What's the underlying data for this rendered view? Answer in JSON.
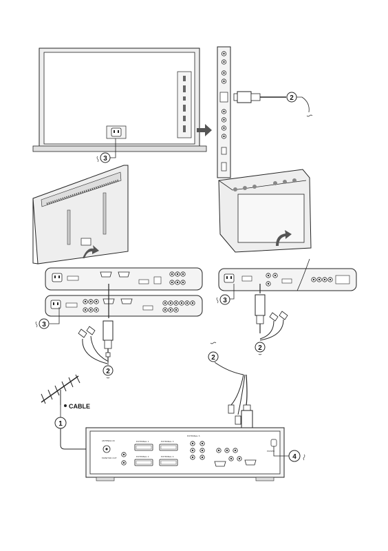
{
  "callouts": {
    "one": "1",
    "two_top": "2",
    "two_mid": "2",
    "two_bottom": "2",
    "three_top": "3",
    "three_left": "3",
    "three_right": "3",
    "four": "4"
  },
  "labels": {
    "cable": "CABLE"
  },
  "panel_labels": {
    "antenna_in": "ANTENNA IN",
    "ext1": "EXTERNAL 1",
    "ext2": "EXTERNAL 2",
    "ext3": "EXTERNAL 3",
    "ext4": "EXTERNAL 4",
    "ext5": "EXTERNAL 5",
    "monitor_out": "MONITOR OUT",
    "power": "POWER"
  },
  "icons": [
    "antenna-icon",
    "power-plug-icon",
    "vga-connector-icon",
    "rca-connector-icon",
    "arrow-icon"
  ],
  "colors": {
    "line": "#222222",
    "panel_fill": "#f4f4f4",
    "tv_fill": "#eeeeee"
  }
}
